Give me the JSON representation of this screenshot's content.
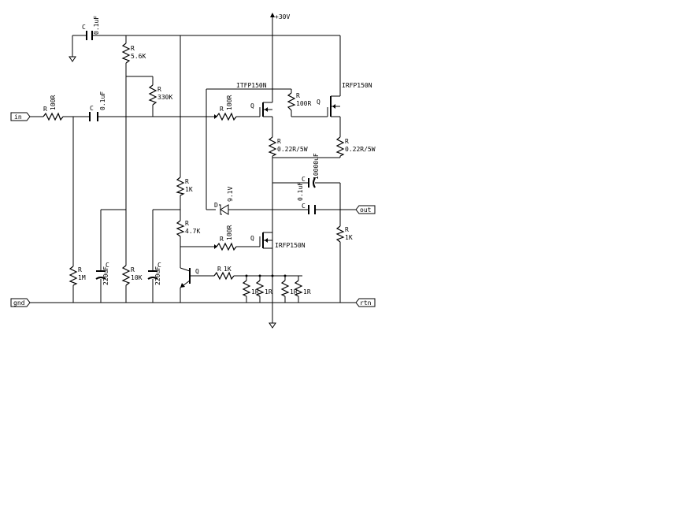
{
  "supply": {
    "label": "+30V"
  },
  "ports": {
    "in": "in",
    "gnd": "gnd",
    "out": "out",
    "rtn": "rtn"
  },
  "components": {
    "c_top": {
      "ref": "C",
      "value": "0.1uF"
    },
    "r_input": {
      "ref": "R",
      "value": "100R"
    },
    "c_input": {
      "ref": "C",
      "value": "0.1uF"
    },
    "r_5k6": {
      "ref": "R",
      "value": "5.6K"
    },
    "r_330k": {
      "ref": "R",
      "value": "330K"
    },
    "r_gate_top": {
      "ref": "R",
      "value": "100R"
    },
    "q_top_left": {
      "ref": "Q",
      "part": "ITFP150N"
    },
    "r_gate_top2": {
      "ref": "R",
      "value": "100R"
    },
    "q_top_right": {
      "ref": "Q",
      "part": "IRFP150N"
    },
    "r_src_left": {
      "ref": "R",
      "value": "0.22R/5W"
    },
    "r_src_right": {
      "ref": "R",
      "value": "0.22R/5W"
    },
    "c_big": {
      "ref": "C",
      "value": "10000uF"
    },
    "r_1k_top": {
      "ref": "R",
      "value": "1K"
    },
    "zener": {
      "ref": "D",
      "value": "9.1V"
    },
    "c_out": {
      "ref": "C",
      "value": "0.1uF"
    },
    "r_4k7": {
      "ref": "R",
      "value": "4.7K"
    },
    "r_gate_bot": {
      "ref": "R",
      "value": "100R"
    },
    "q_bottom": {
      "ref": "Q",
      "part": "IRFP150N"
    },
    "r_1k_out": {
      "ref": "R",
      "value": "1K"
    },
    "r_1m": {
      "ref": "R",
      "value": "1M"
    },
    "c_220_a": {
      "ref": "C",
      "value": "220uF"
    },
    "r_10k": {
      "ref": "R",
      "value": "10K"
    },
    "c_220_b": {
      "ref": "C",
      "value": "220uF"
    },
    "q_bjt": {
      "ref": "Q"
    },
    "r_1k_base": {
      "ref": "R",
      "value": "1K"
    },
    "r_1r_values": [
      "1R",
      "1R",
      "1R",
      "1R"
    ]
  }
}
